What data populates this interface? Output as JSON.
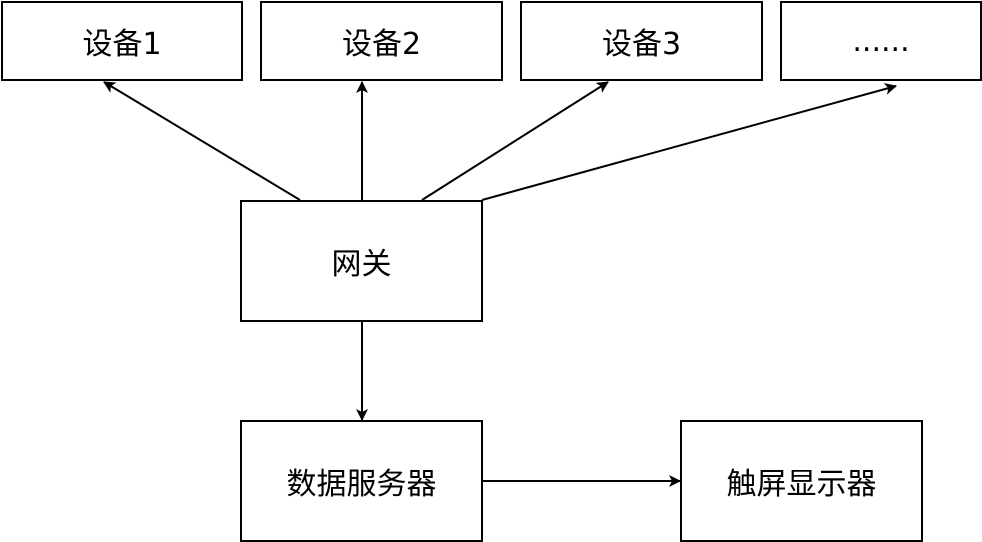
{
  "nodes": {
    "device1": "设备1",
    "device2": "设备2",
    "device3": "设备3",
    "device_more": "......",
    "gateway": "网关",
    "data_server": "数据服务器",
    "touch_display": "触屏显示器"
  }
}
